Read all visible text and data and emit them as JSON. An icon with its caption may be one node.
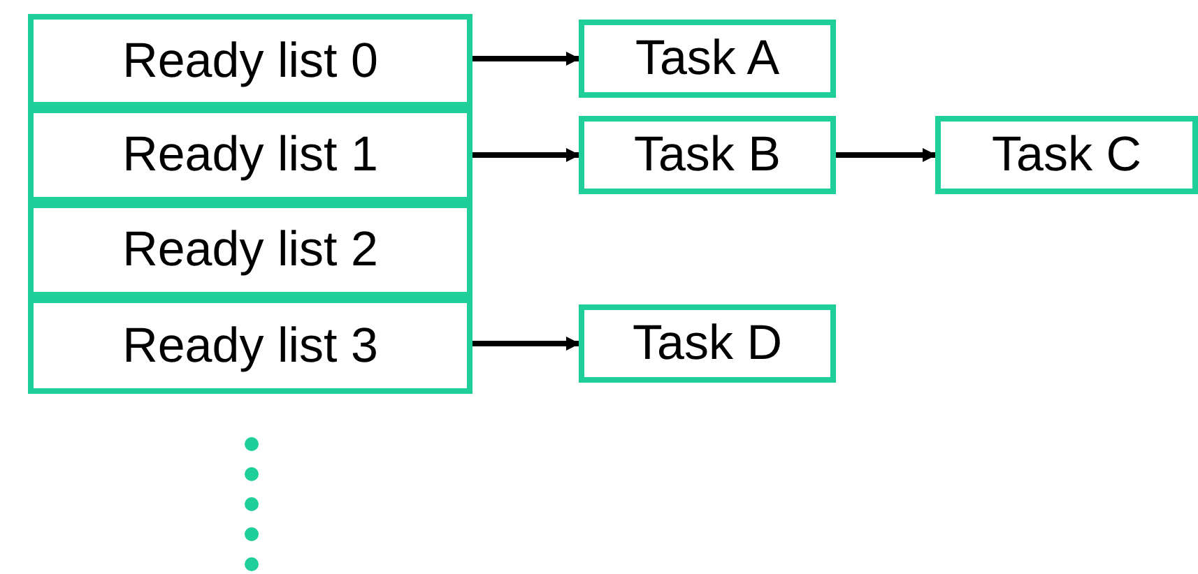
{
  "diagram": {
    "nodes": [
      {
        "text": [
          "Ready list 0"
        ]
      },
      {
        "text": [
          "Task A"
        ]
      },
      {
        "text": [
          "Ready list 1"
        ]
      },
      {
        "text": [
          "Task B"
        ]
      },
      {
        "text": [
          "Task C"
        ]
      },
      {
        "text": [
          "Ready list 2"
        ]
      },
      {
        "text": [
          "Ready list 3"
        ]
      },
      {
        "text": [
          "Task D"
        ]
      }
    ],
    "edges": [
      {
        "from": 0,
        "to": 1,
        "arrow": "to"
      },
      {
        "from": 2,
        "to": 3,
        "arrow": "to"
      },
      {
        "from": 3,
        "to": 4,
        "arrow": "to"
      },
      {
        "from": 6,
        "to": 7,
        "arrow": "to"
      }
    ]
  }
}
